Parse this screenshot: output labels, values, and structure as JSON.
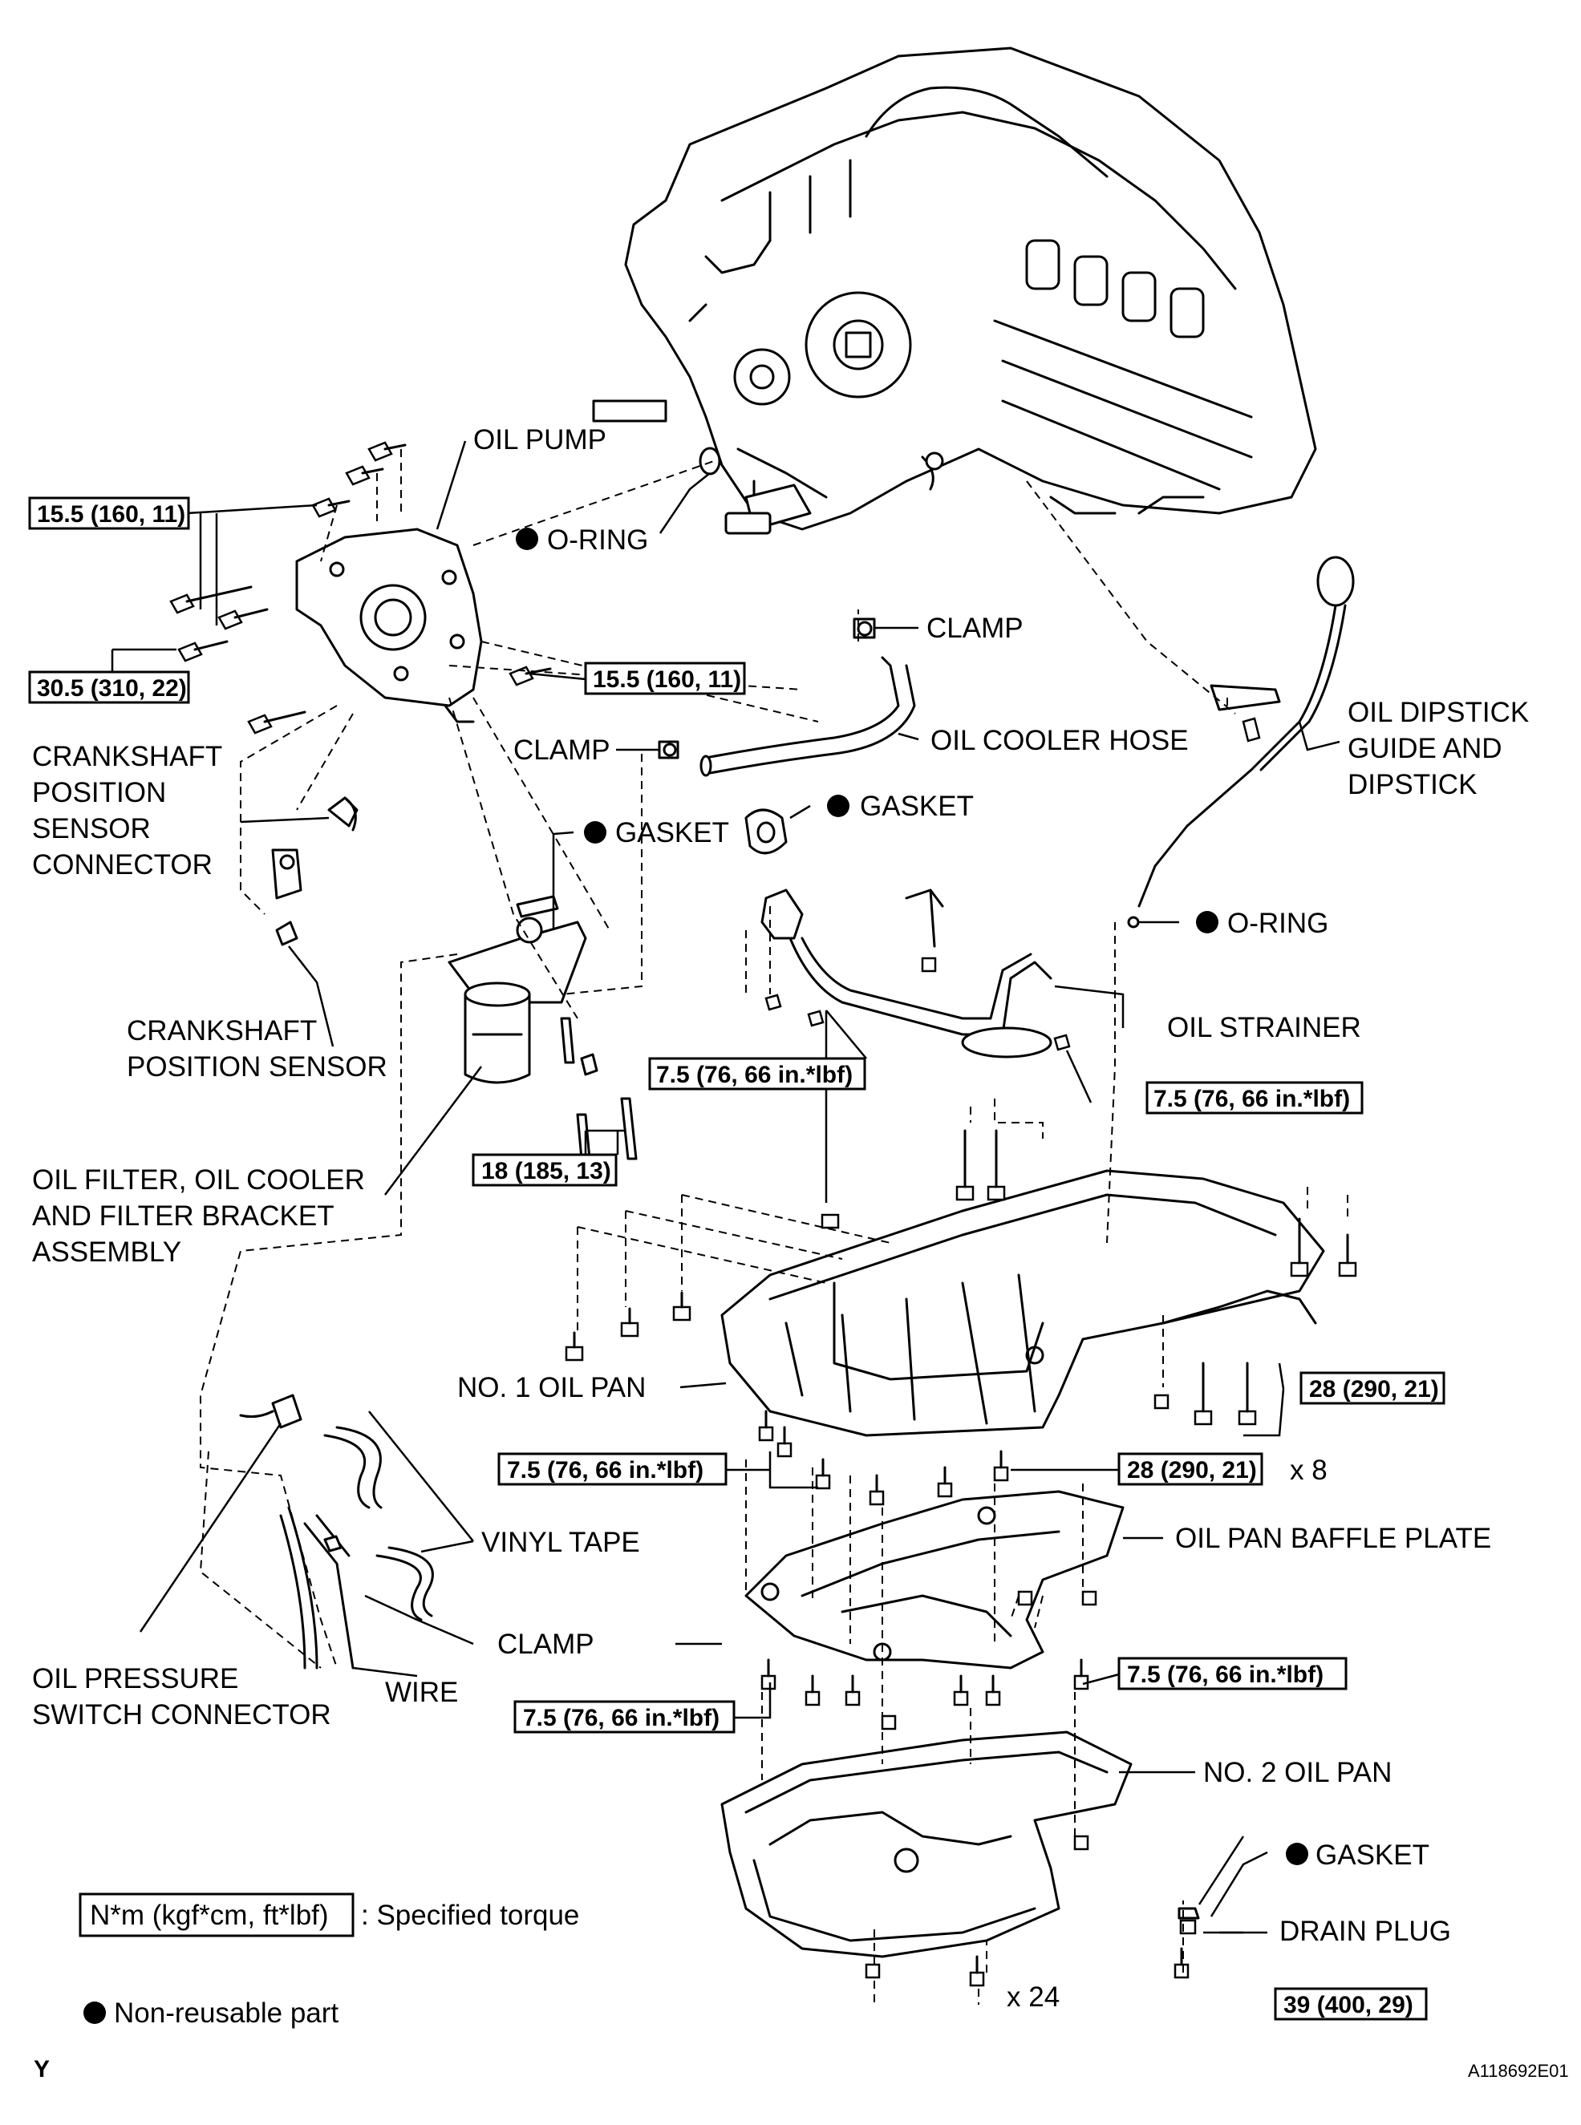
{
  "labels": {
    "oil_pump": "OIL PUMP",
    "o_ring_top": "O-RING",
    "clamp_top": "CLAMP",
    "oil_dipstick": [
      "OIL DIPSTICK",
      "GUIDE AND",
      "DIPSTICK"
    ],
    "crankshaft_connector": [
      "CRANKSHAFT",
      "POSITION",
      "SENSOR",
      "CONNECTOR"
    ],
    "clamp_mid": "CLAMP",
    "oil_cooler_hose": "OIL COOLER HOSE",
    "gasket_left": "GASKET",
    "gasket_right": "GASKET",
    "o_ring_right": "O-RING",
    "crankshaft_sensor": [
      "CRANKSHAFT",
      "POSITION SENSOR"
    ],
    "oil_strainer": "OIL STRAINER",
    "oil_filter": [
      "OIL FILTER, OIL COOLER",
      "AND FILTER BRACKET",
      "ASSEMBLY"
    ],
    "no1_oil_pan": "NO. 1 OIL PAN",
    "oil_pan_baffle_plate": "OIL PAN BAFFLE PLATE",
    "vinyl_tape": "VINYL TAPE",
    "clamp_bottom": "CLAMP",
    "wire": "WIRE",
    "oil_pressure_switch": [
      "OIL PRESSURE",
      "SWITCH CONNECTOR"
    ],
    "no2_oil_pan": "NO. 2 OIL PAN",
    "gasket_drain": "GASKET",
    "drain_plug": "DRAIN PLUG",
    "x8": "x 8",
    "x24": "x 24"
  },
  "torques": {
    "t1": "15.5 (160, 11)",
    "t2": "30.5 (310, 22)",
    "t3": "15.5 (160, 11)",
    "t4": "7.5 (76, 66 in.*lbf)",
    "t5": "7.5 (76, 66 in.*lbf)",
    "t6": "18 (185, 13)",
    "t7": "28 (290, 21)",
    "t8": "28 (290, 21)",
    "t9": "7.5 (76, 66 in.*lbf)",
    "t10": "7.5 (76, 66 in.*lbf)",
    "t11": "7.5 (76, 66 in.*lbf)",
    "t12": "39 (400, 29)"
  },
  "legend": {
    "torque_box": "N*m (kgf*cm, ft*lbf)",
    "torque_text": ": Specified torque",
    "nonreusable_text": "Non-reusable part"
  },
  "footer": {
    "left_mark": "Y",
    "figure_id": "A118692E01"
  }
}
